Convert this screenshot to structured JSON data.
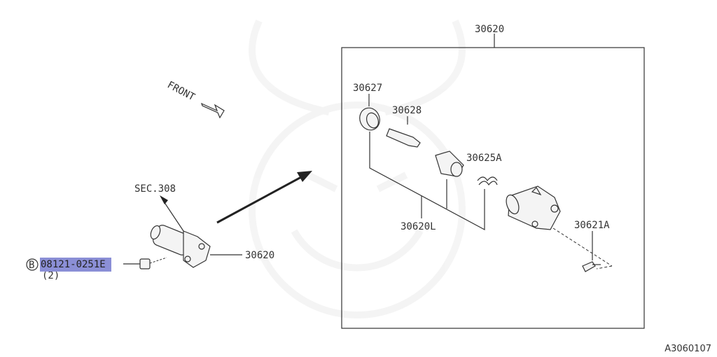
{
  "labels": {
    "front": "FRONT",
    "sec": "SEC.308",
    "bolt_prefix": "B",
    "bolt_part": "08121-0251E",
    "bolt_qty": "(2)",
    "assy_left": "30620",
    "assy_box_title": "30620",
    "p30627": "30627",
    "p30628": "30628",
    "p30625a": "30625A",
    "p30620l": "30620L",
    "p30621a": "30621A"
  },
  "reference_code": "A3060107",
  "colors": {
    "highlight": "#8b8fd6",
    "line": "#333333",
    "watermark": "#f0f0f0"
  }
}
